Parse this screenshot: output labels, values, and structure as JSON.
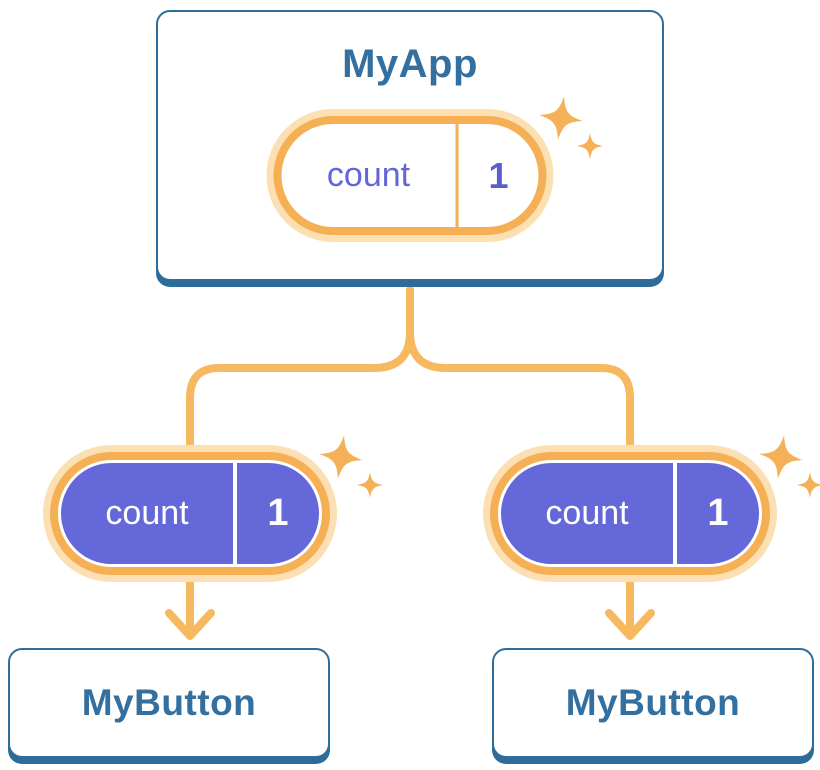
{
  "diagram": {
    "title_implied": "state lifted up and passed down",
    "root": {
      "title": "MyApp",
      "state": {
        "label": "count",
        "value": "1"
      }
    },
    "children": [
      {
        "title": "MyButton",
        "state": {
          "label": "count",
          "value": "1"
        }
      },
      {
        "title": "MyButton",
        "state": {
          "label": "count",
          "value": "1"
        }
      }
    ]
  },
  "icons": [
    "sparkle-icon",
    "arrow-down-icon"
  ],
  "colors": {
    "card_border_blue": "#2F6E9C",
    "card_shadow_blue": "#2D6B99",
    "title_text_blue": "#336F9F",
    "amber_line": "#F6B95F",
    "amber_ring": "#F5AF55",
    "amber_glow": "#FCE0B4",
    "sparkle_amber": "#F5B158",
    "state_purple_fill": "#6468D8",
    "state_purple_text": "#6166D8",
    "state_value_purple": "#5A5FD0",
    "card_background": "#FFFFFF",
    "pill_text_on_purple": "#FFFFFF"
  }
}
